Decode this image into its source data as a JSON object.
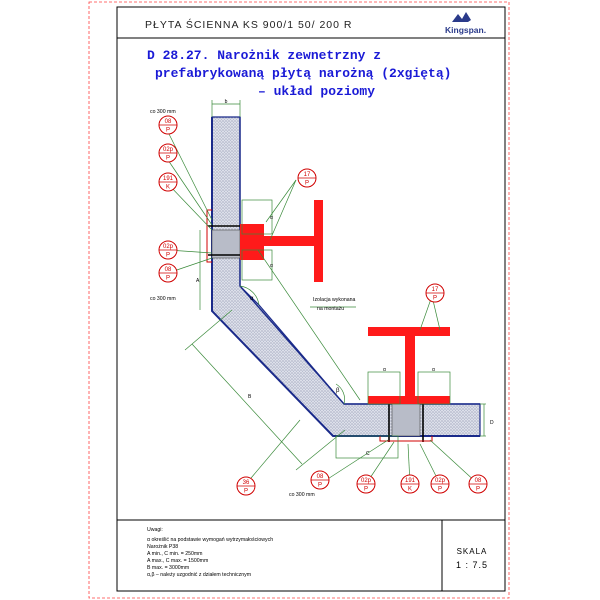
{
  "header": {
    "doc_title": "PŁYTA ŚCIENNA KS 900/1 50/ 200 R",
    "brand": "Kingspan."
  },
  "drawing_title": {
    "line1": "D 28.27. Narożnik zewnetrzny z",
    "line2": "prefabrykowaną płytą narożną (2xgiętą)",
    "line3": "– układ poziomy"
  },
  "dimensions": {
    "co300_top": "co 300 mm",
    "co300_mid": "co 300 mm",
    "co300_bottom": "co 300 mm",
    "b": "b",
    "A": "A",
    "B": "B",
    "C": "C",
    "D": "D",
    "alpha": "α",
    "beta": "β",
    "a_top1": "α",
    "a_top2": "α",
    "a_right1": "α",
    "a_right2": "α"
  },
  "insulation_note": {
    "line1": "Izolacja wykonana",
    "line2": "na montażu"
  },
  "tags": [
    {
      "top": "08",
      "bottom": "P"
    },
    {
      "top": "02p",
      "bottom": "P"
    },
    {
      "top": "191",
      "bottom": "K"
    },
    {
      "top": "02p",
      "bottom": "P"
    },
    {
      "top": "08",
      "bottom": "P"
    },
    {
      "top": "17",
      "bottom": "P"
    },
    {
      "top": "17",
      "bottom": "P"
    },
    {
      "top": "36",
      "bottom": "P"
    },
    {
      "top": "08",
      "bottom": "P"
    },
    {
      "top": "02p",
      "bottom": "P"
    },
    {
      "top": "191",
      "bottom": "K"
    },
    {
      "top": "02p",
      "bottom": "P"
    },
    {
      "top": "08",
      "bottom": "P"
    }
  ],
  "notes": {
    "heading": "Uwagi:",
    "lines": [
      "α  określić na podstawie wymogań wytrzymałościowych",
      "Narożnik P38",
      "A min., C min. = 250mm",
      "A max., C max. = 1500mm",
      "B max. = 3000mm",
      "α,β – należy uzgodnić z działem technicznym"
    ]
  },
  "scale": {
    "label": "SKALA",
    "value": "1 : 7.5"
  },
  "colors": {
    "frame": "#000000",
    "title": "#1a1ad6",
    "steel": "#ff1a1a",
    "tags": "#d00000",
    "panel_fill": "#c8ccd8",
    "leader": "#3a8a3a",
    "dashed": "#ff4040"
  }
}
